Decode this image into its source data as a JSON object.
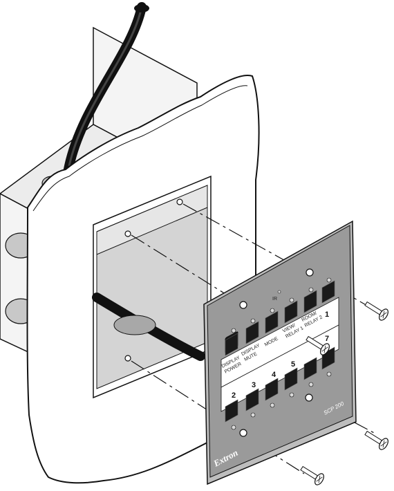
{
  "panel": {
    "brand": "Extron",
    "model": "SCP 200",
    "ir_label": "IR",
    "labels_top": [
      "DISPLAY",
      "POWER",
      "DISPLAY",
      "MUTE",
      "MODE",
      "VIEW/",
      "RELAY 1",
      "ROOM/",
      "RELAY 2"
    ],
    "numbers": [
      "1",
      "2",
      "3",
      "4",
      "5",
      "7"
    ]
  },
  "colors": {
    "line": "#111111",
    "wall": "#ffffff",
    "box_shade": "#c8c8c8",
    "panel_face": "#9a9a9a",
    "button": "#1a1a1a"
  }
}
